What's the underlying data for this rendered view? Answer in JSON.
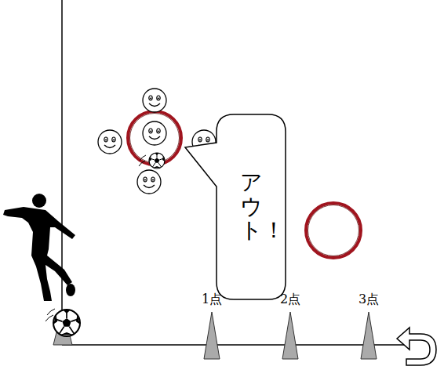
{
  "diagram": {
    "nodes": [
      {
        "text": [
          "アウト！"
        ]
      }
    ],
    "labels": [
      "1点",
      "2点",
      "3点"
    ]
  }
}
